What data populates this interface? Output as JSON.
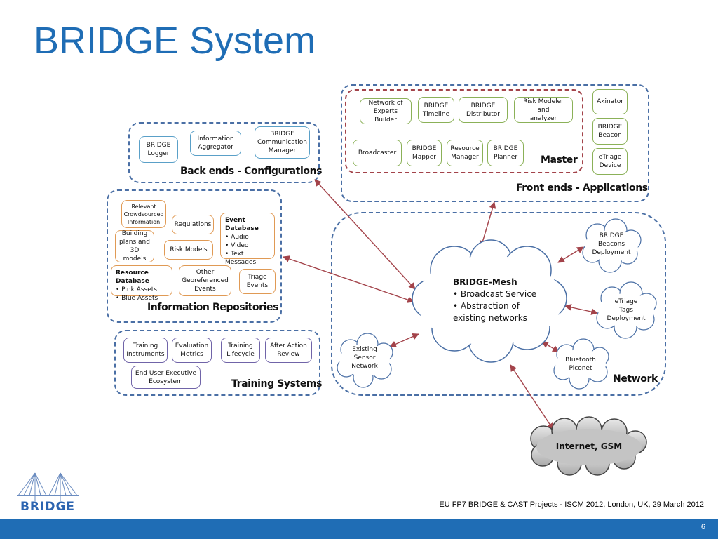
{
  "slide": {
    "title": "BRIDGE System",
    "footer": "EU FP7 BRIDGE & CAST Projects - ISCM 2012, London, UK, 29 March 2012",
    "page_number": "6",
    "logo_text": "BRIDGE"
  },
  "colors": {
    "title": "#1f6db5",
    "bottom_bar": "#1f6db5",
    "group_border": "#4a6fa5",
    "master_border": "#a3434a",
    "arrow": "#a3434a"
  },
  "back_ends": {
    "title": "Back ends - Configurations",
    "items": [
      "BRIDGE\nLogger",
      "Information\nAggregator",
      "BRIDGE\nCommunication\nManager"
    ]
  },
  "front_ends": {
    "title": "Front ends - Applications",
    "master_title": "Master",
    "master_items": [
      "Network of\nExperts Builder",
      "BRIDGE\nTimeline",
      "BRIDGE\nDistributor",
      "Risk Modeler and\nanalyzer",
      "Broadcaster",
      "BRIDGE\nMapper",
      "Resource\nManager",
      "BRIDGE\nPlanner"
    ],
    "side_items": [
      "Akinator",
      "BRIDGE\nBeacon",
      "eTriage\nDevice"
    ]
  },
  "repositories": {
    "title": "Information Repositories",
    "items": [
      "Relevant\nCrowdsourced\nInformation",
      "Regulations",
      "Building\nplans and\n3D models",
      "Risk Models",
      "Other\nGeoreferenced\nEvents",
      "Triage\nEvents"
    ],
    "event_database": {
      "title": "Event Database",
      "items": [
        "Audio",
        "Video",
        "Text Messages"
      ]
    },
    "resource_database": {
      "title": "Resource Database",
      "items": [
        "Pink Assets",
        "Blue Assets"
      ]
    }
  },
  "training": {
    "title": "Training Systems",
    "items": [
      "Training\nInstruments",
      "Evaluation\nMetrics",
      "Training\nLifecycle",
      "After Action\nReview",
      "End User Executive\nEcosystem"
    ]
  },
  "network": {
    "title": "Network",
    "mesh": {
      "title": "BRIDGE-Mesh",
      "items": [
        "Broadcast Service",
        "Abstraction of\nexisting networks"
      ]
    },
    "clouds": [
      "BRIDGE\nBeacons\nDeployment",
      "eTriage\nTags\nDeployment",
      "Bluetooth\nPiconet",
      "Existing\nSensor\nNetwork"
    ],
    "internet": "Internet, GSM"
  }
}
